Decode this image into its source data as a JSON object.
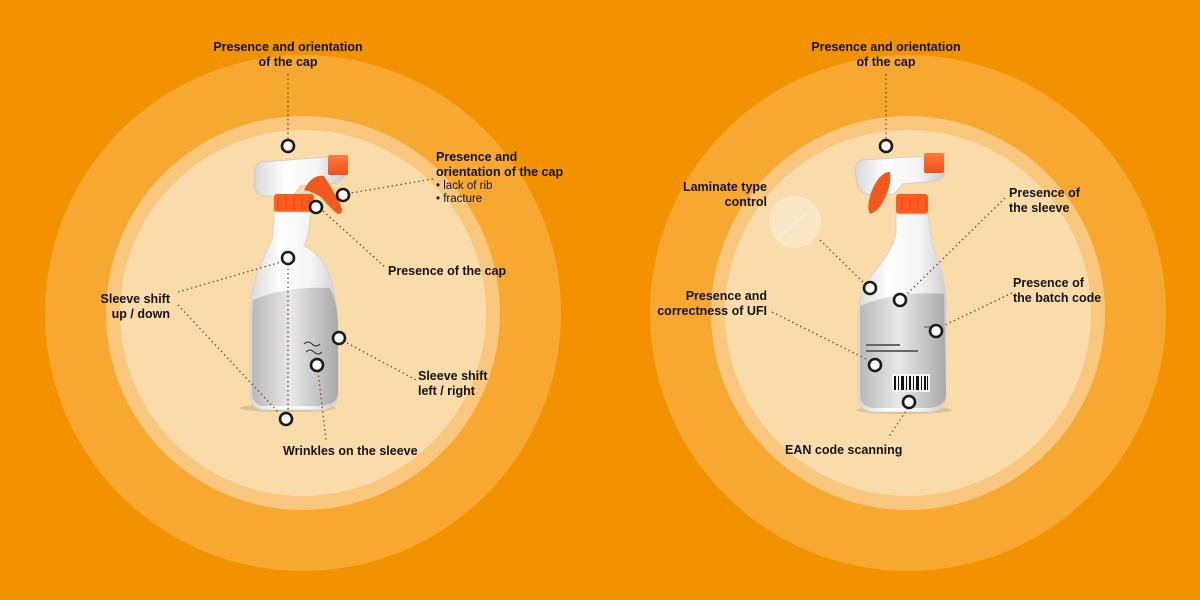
{
  "colors": {
    "background": "#f39200",
    "ring_outer": "#f6a830",
    "ring_middle": "#f9c77d",
    "ring_inner": "#fadcab",
    "marker_stroke": "#1a1a1a",
    "leader": "#8a4a10",
    "cap_orange": "#ff5a1f"
  },
  "left_panel": {
    "top_cap": [
      "Presence and orientation",
      "of the cap"
    ],
    "cap_orientation": {
      "lines": [
        "Presence and",
        "orientation of the cap"
      ],
      "bullets": [
        "• lack of rib",
        "• fracture"
      ]
    },
    "presence_cap": "Presence of the cap",
    "sleeve_updown": [
      "Sleeve shift",
      "up / down"
    ],
    "sleeve_leftright": [
      "Sleeve shift",
      "left / right"
    ],
    "wrinkles": "Wrinkles on the sleeve"
  },
  "right_panel": {
    "top_cap": [
      "Presence and orientation",
      "of the cap"
    ],
    "laminate": [
      "Laminate type",
      "control"
    ],
    "sleeve": [
      "Presence of",
      "the sleeve"
    ],
    "batch": [
      "Presence of",
      "the batch code"
    ],
    "ufi": [
      "Presence and",
      "correctness of UFI"
    ],
    "ean": "EAN code scanning"
  }
}
